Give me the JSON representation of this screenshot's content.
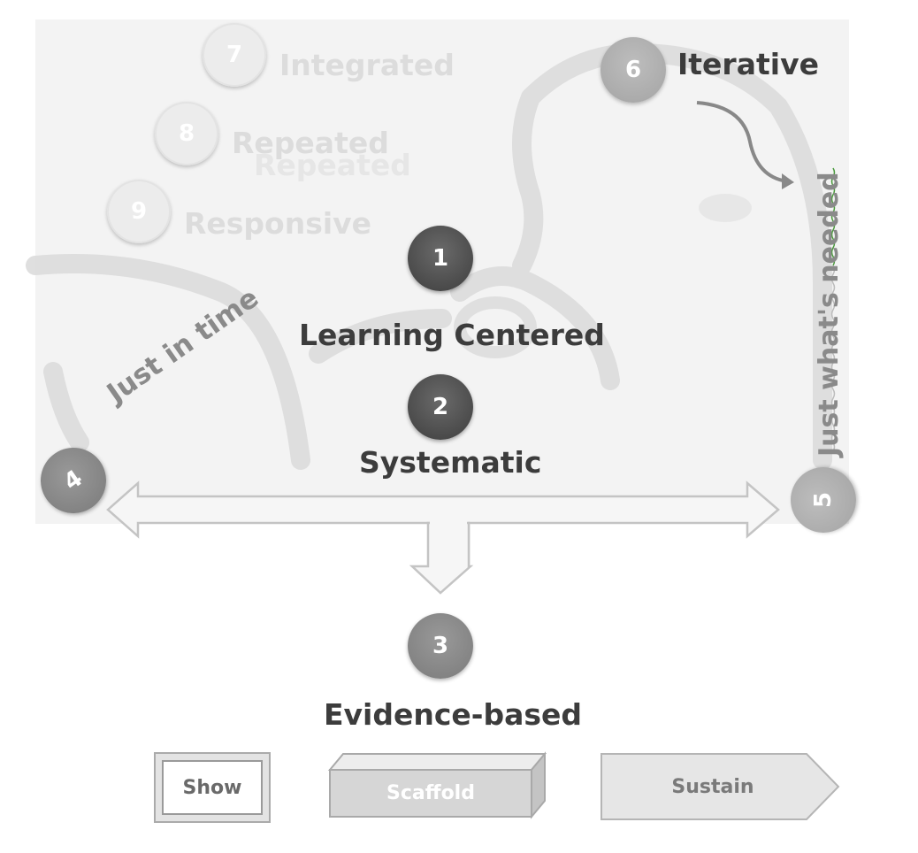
{
  "diagram": {
    "nodes": [
      {
        "id": "1",
        "number": "1",
        "label": "Learning Centered"
      },
      {
        "id": "2",
        "number": "2",
        "label": "Systematic"
      },
      {
        "id": "3",
        "number": "3",
        "label": "Evidence-based"
      },
      {
        "id": "4",
        "number": "4",
        "label": "Just in time"
      },
      {
        "id": "5",
        "number": "5",
        "label": "Just what's needed"
      },
      {
        "id": "6",
        "number": "6",
        "label": "Iterative"
      },
      {
        "id": "7",
        "number": "7",
        "label": "Integrated"
      },
      {
        "id": "8",
        "number": "8",
        "label": "Repeated",
        "echo": "Repeated"
      },
      {
        "id": "9",
        "number": "9",
        "label": "Responsive"
      }
    ],
    "stages": [
      "Show",
      "Scaffold",
      "Sustain"
    ]
  },
  "colors": {
    "dark": "#444444",
    "mid": "#888888",
    "light": "#aaaaaa",
    "faint": "#dcdcdc",
    "background": "#f3f3f3"
  }
}
